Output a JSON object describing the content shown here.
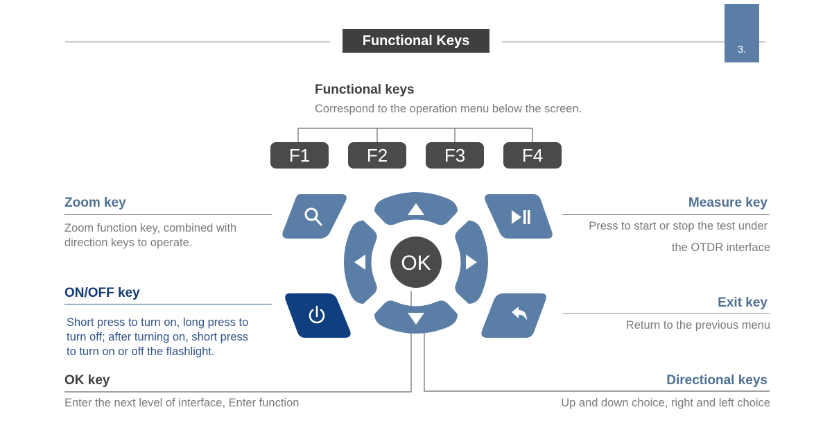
{
  "header": {
    "title": "Functional Keys",
    "page_number": "3."
  },
  "functional_keys": {
    "heading": "Functional keys",
    "description": "Correspond to the operation menu below the screen.",
    "keys": [
      "F1",
      "F2",
      "F3",
      "F4"
    ]
  },
  "zoom_key": {
    "heading": "Zoom key",
    "description_lines": [
      "Zoom function key, combined with",
      "direction keys to operate."
    ]
  },
  "onoff_key": {
    "heading": "ON/OFF key",
    "description_lines": [
      "Short press to turn on, long press to",
      "turn off; after turning on, short press",
      "to turn on or off the flashlight."
    ]
  },
  "ok_key": {
    "heading": "OK key",
    "description": "Enter the next level of interface, Enter function",
    "label": "OK"
  },
  "measure_key": {
    "heading": "Measure key",
    "description_lines": [
      "Press to start or stop the test under",
      "the OTDR interface"
    ]
  },
  "exit_key": {
    "heading": "Exit key",
    "description": "Return to the previous menu"
  },
  "directional_keys": {
    "heading": "Directional keys",
    "description": "Up and down choice, right and left choice"
  },
  "colors": {
    "key_blue": "#5a7ea6",
    "key_navy": "#0f3f7f",
    "key_dark": "#4a4a4a",
    "heading_blue": "#4f6f93"
  },
  "icons": [
    "search-icon",
    "play-pause-icon",
    "power-icon",
    "back-arrow-icon",
    "arrow-up-icon",
    "arrow-down-icon",
    "arrow-left-icon",
    "arrow-right-icon"
  ]
}
